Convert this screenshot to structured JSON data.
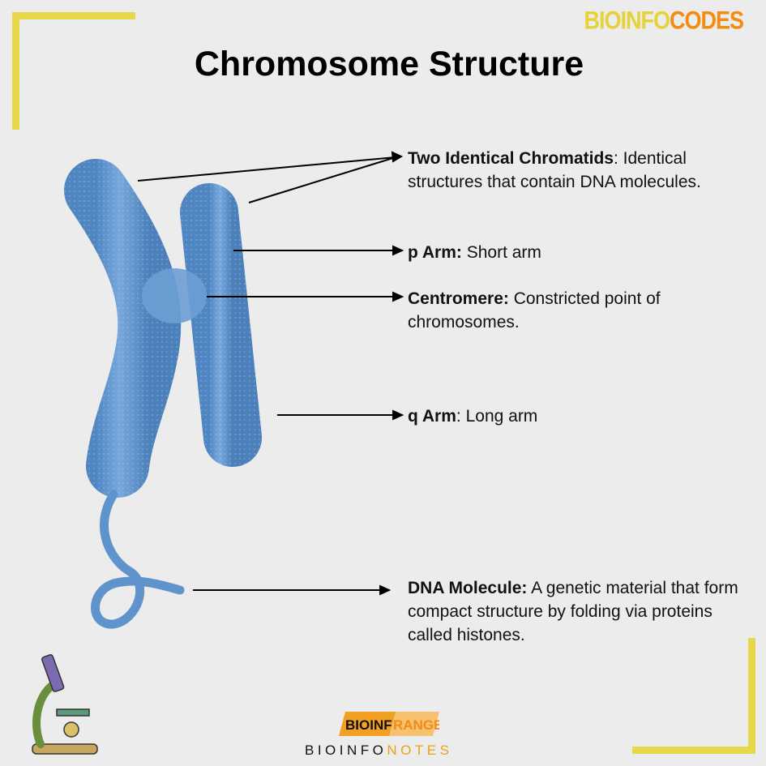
{
  "brand": {
    "part1": "BIOINFO",
    "part2": "CODES"
  },
  "title": "Chromosome Structure",
  "labels": {
    "chromatids": {
      "term": "Two Identical Chromatids",
      "sep": ":",
      "desc": " Identical structures that contain DNA molecules."
    },
    "p_arm": {
      "term": "p Arm:",
      "desc": " Short arm"
    },
    "centromere": {
      "term": "Centromere:",
      "desc": " Constricted point of chromosomes."
    },
    "q_arm": {
      "term": "q Arm",
      "sep": ":",
      "desc": " Long arm"
    },
    "dna": {
      "term": "DNA Molecule:",
      "desc": " A genetic material that form compact structure by folding via proteins called histones."
    }
  },
  "footer": {
    "logo_part1": "BIOINF",
    "logo_part2": "RANGE",
    "text_part1": "BIOINFO",
    "text_part2": "NOTES"
  },
  "colors": {
    "chromosome": "#6a9bd0",
    "accent_yellow": "#e6d84a",
    "accent_orange": "#f28c12"
  }
}
